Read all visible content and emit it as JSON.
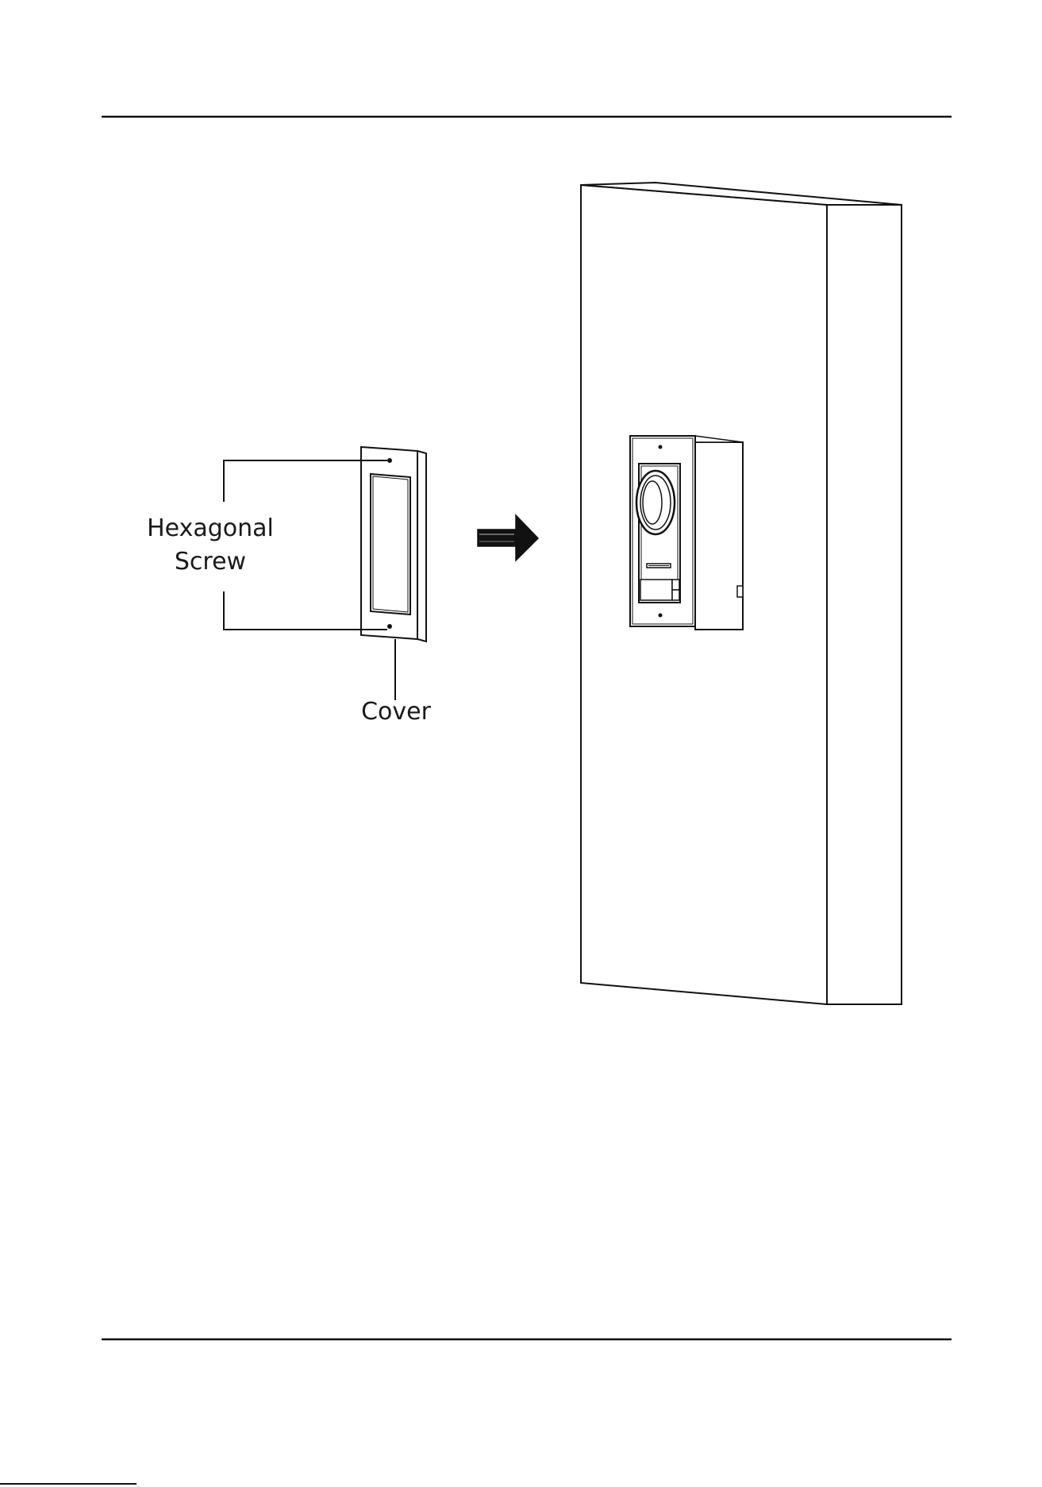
{
  "labels": {
    "hexagonal_line1": "Hexagonal",
    "hexagonal_line2": "Screw",
    "cover": "Cover"
  },
  "colors": {
    "line": "#111111",
    "text": "#1a1a1a",
    "background": "#ffffff"
  },
  "icons": {
    "arrow": "arrow-right-icon"
  }
}
